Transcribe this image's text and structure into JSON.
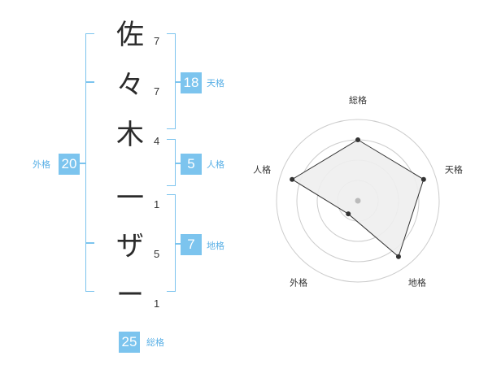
{
  "name": {
    "chars": [
      {
        "char": "佐",
        "strokes": "7"
      },
      {
        "char": "々",
        "strokes": "7"
      },
      {
        "char": "木",
        "strokes": "4"
      },
      {
        "char": "一",
        "strokes": "1"
      },
      {
        "char": "ザ",
        "strokes": "5"
      },
      {
        "char": "ー",
        "strokes": "1"
      }
    ]
  },
  "kaku": {
    "tenkaku": {
      "value": "18",
      "label": "天格"
    },
    "jinkaku": {
      "value": "5",
      "label": "人格"
    },
    "chikaku": {
      "value": "7",
      "label": "地格"
    },
    "gaikaku": {
      "value": "20",
      "label": "外格"
    },
    "soukaku": {
      "value": "25",
      "label": "総格"
    }
  },
  "radar": {
    "axes": [
      "総格",
      "天格",
      "地格",
      "外格",
      "人格"
    ],
    "levels": 4,
    "values": [
      0.75,
      0.85,
      0.85,
      0.2,
      0.85
    ],
    "colors": {
      "fill": "#eeeeee",
      "stroke": "#333333",
      "grid": "#cccccc",
      "center": "#bbbbbb"
    }
  },
  "colors": {
    "accent": "#7cc4ee",
    "accent_text": "#5ab0e6"
  }
}
